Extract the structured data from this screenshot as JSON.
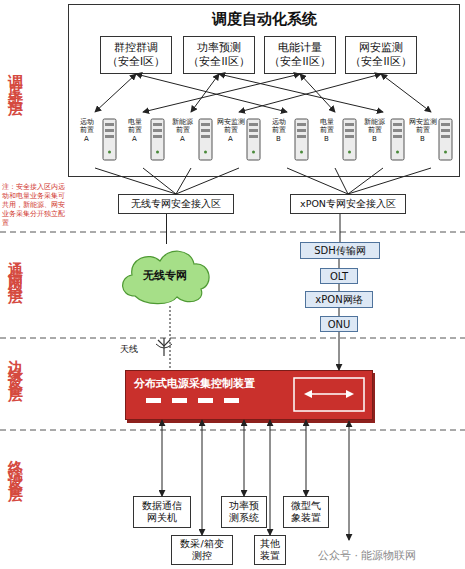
{
  "diagram": {
    "nodes": [
      {
        "text": [
          "调度自动化系统"
        ]
      },
      {
        "text": [
          "群控群调 （安全I区）"
        ],
        "in": 0
      },
      {
        "text": [
          "功率预测 （安全II区）"
        ],
        "in": 0
      },
      {
        "text": [
          "电能计量 （安全II区）"
        ],
        "in": 0
      },
      {
        "text": [
          "网安监测 （安全II区）"
        ],
        "in": 0
      },
      {
        "text": [
          "远动 前置 A"
        ],
        "in": 0
      },
      {
        "text": [
          "电量 前置 A"
        ],
        "in": 0
      },
      {
        "text": [
          "新能源 前置 A"
        ],
        "in": 0
      },
      {
        "text": [
          "网安监测 前置 A"
        ],
        "in": 0
      },
      {
        "text": [
          "远动 前置 B"
        ],
        "in": 0
      },
      {
        "text": [
          "电量 前置 B"
        ],
        "in": 0
      },
      {
        "text": [
          "新能源 前置 B"
        ],
        "in": 0
      },
      {
        "text": [
          "网安监测 前置 B"
        ],
        "in": 0
      },
      {
        "text": [
          "无线专网安全接入区"
        ]
      },
      {
        "text": [
          "xPON专网安全接入区"
        ]
      },
      {
        "text": [
          "无线专网"
        ]
      },
      {
        "text": [
          "SDH传输网"
        ]
      },
      {
        "text": [
          "OLT"
        ]
      },
      {
        "text": [
          "xPON网络"
        ]
      },
      {
        "text": [
          "ONU"
        ]
      },
      {
        "text": [
          "分布式电源采集控制装置"
        ]
      },
      {
        "text": [
          "数据通信 网关机"
        ]
      },
      {
        "text": [
          "功率预 测系统"
        ]
      },
      {
        "text": [
          "微型气 象装置"
        ]
      },
      {
        "text": [
          "数采/箱变 测控"
        ]
      },
      {
        "text": [
          "其他 装置"
        ]
      }
    ],
    "edges": [
      {
        "from": 1,
        "to": 5,
        "arrow": "both"
      },
      {
        "from": 1,
        "to": 9,
        "arrow": "both"
      },
      {
        "from": 2,
        "to": 7,
        "arrow": "both"
      },
      {
        "from": 2,
        "to": 11,
        "arrow": "both"
      },
      {
        "from": 3,
        "to": 6,
        "arrow": "both"
      },
      {
        "from": 3,
        "to": 10,
        "arrow": "both"
      },
      {
        "from": 4,
        "to": 8,
        "arrow": "both"
      },
      {
        "from": 4,
        "to": 12,
        "arrow": "both"
      },
      {
        "from": 5,
        "to": 13,
        "arrow": "none"
      },
      {
        "from": 6,
        "to": 13,
        "arrow": "none"
      },
      {
        "from": 7,
        "to": 13,
        "arrow": "none"
      },
      {
        "from": 8,
        "to": 13,
        "arrow": "none"
      },
      {
        "from": 9,
        "to": 14,
        "arrow": "none"
      },
      {
        "from": 10,
        "to": 14,
        "arrow": "none"
      },
      {
        "from": 11,
        "to": 14,
        "arrow": "none"
      },
      {
        "from": 12,
        "to": 14,
        "arrow": "none"
      },
      {
        "from": 13,
        "to": 15,
        "arrow": "none"
      },
      {
        "from": 15,
        "to": 20,
        "arrow": "none"
      },
      {
        "from": 14,
        "to": 16,
        "arrow": "none"
      },
      {
        "from": 16,
        "to": 17,
        "arrow": "none"
      },
      {
        "from": 17,
        "to": 18,
        "arrow": "none"
      },
      {
        "from": 18,
        "to": 19,
        "arrow": "none"
      },
      {
        "from": 19,
        "to": 20,
        "arrow": "to"
      },
      {
        "from": 20,
        "to": 21,
        "arrow": "both"
      },
      {
        "from": 20,
        "to": 22,
        "arrow": "both"
      },
      {
        "from": 20,
        "to": 23,
        "arrow": "both"
      },
      {
        "from": 20,
        "to": 24,
        "arrow": "both"
      },
      {
        "from": 20,
        "to": 25,
        "arrow": "both"
      }
    ],
    "labels": [
      "调度主站层",
      "通信网络层",
      "边缘设备层",
      "终端设备层",
      "注：安全接入区内远动和电量业务采集可共用，新能源、网安业务采集分开独立配置",
      "天线",
      "公众号 · 能源物联网"
    ]
  }
}
